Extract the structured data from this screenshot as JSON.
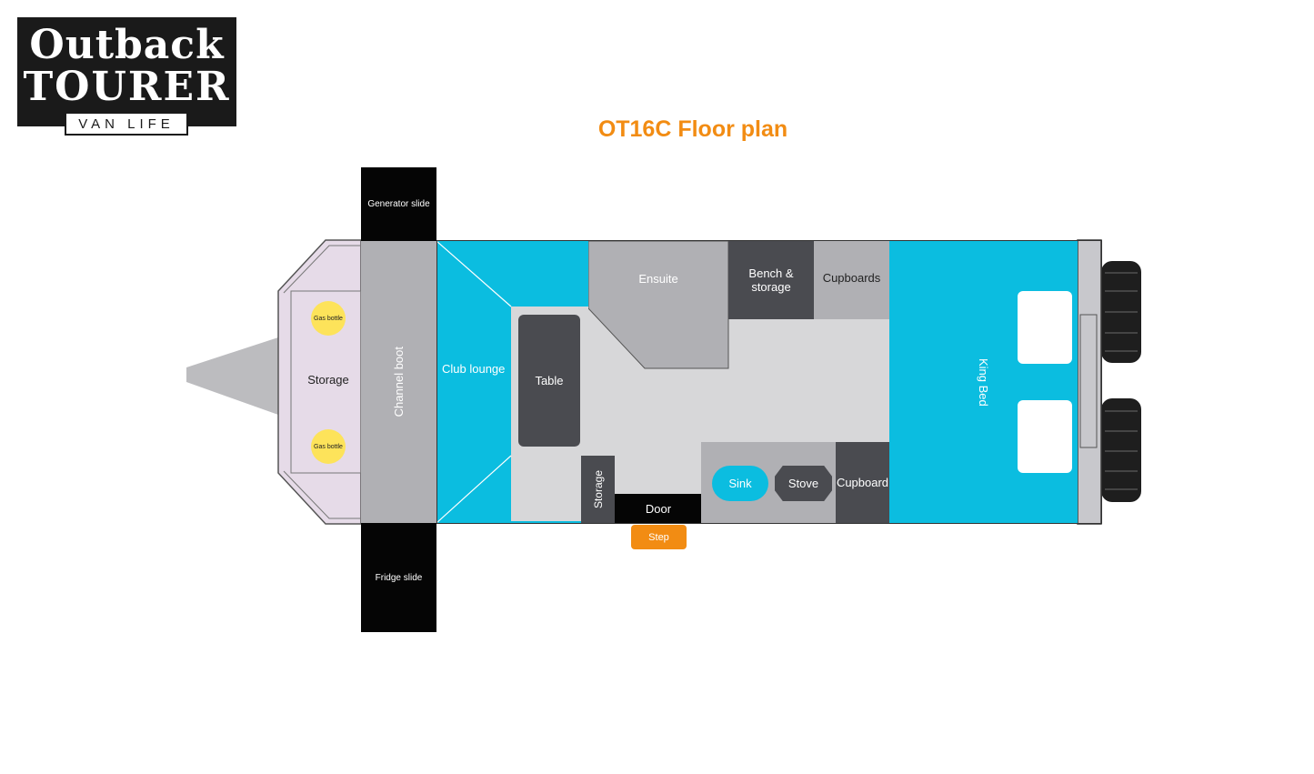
{
  "logo": {
    "line1": "Outback",
    "line2": "TOURER",
    "line3": "VAN LIFE"
  },
  "title": "OT16C Floor plan",
  "labels": {
    "generator_slide": "Generator slide",
    "fridge_slide": "Fridge slide",
    "gas_bottle_top": "Gas bottle",
    "gas_bottle_bottom": "Gas bottle",
    "storage_front": "Storage",
    "channel_boot": "Channel boot",
    "club_lounge": "Club lounge",
    "table": "Table",
    "ensuite": "Ensuite",
    "bench_storage": "Bench & storage",
    "cupboards": "Cupboards",
    "king_bed": "King Bed",
    "storage_side": "Storage",
    "door": "Door",
    "step": "Step",
    "sink": "Sink",
    "stove": "Stove",
    "cupboard": "Cupboard"
  },
  "colors": {
    "accent_orange": "#f28c13",
    "aqua": "#0bbde0",
    "charcoal": "#4a4b50",
    "gray": "#b0b0b4",
    "light_gray": "#d7d7d9",
    "lavender": "#e6dbe8",
    "gas_yellow": "#fde35a"
  }
}
